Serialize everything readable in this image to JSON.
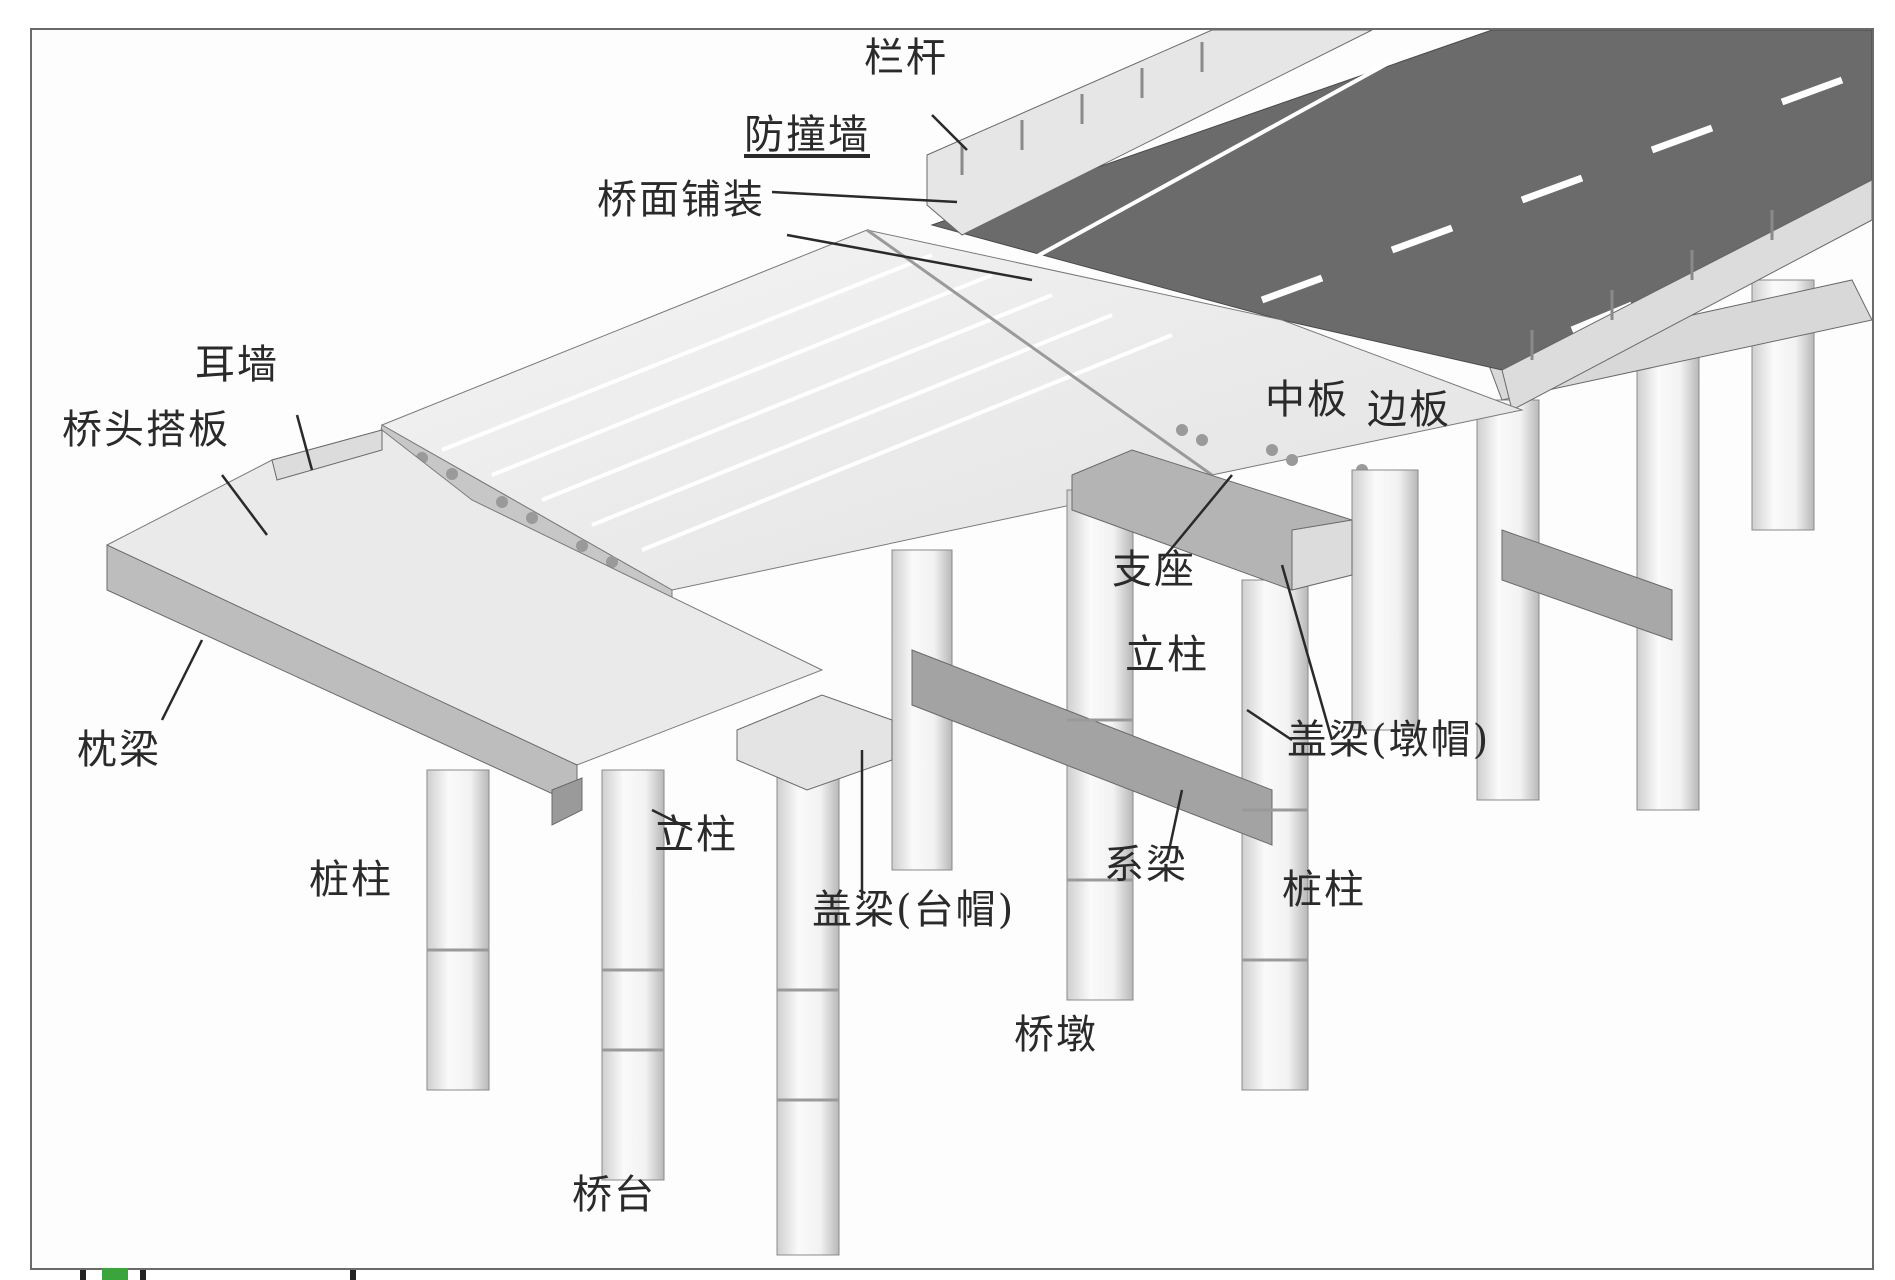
{
  "labels": {
    "railing": "栏杆",
    "crash_wall": "防撞墙",
    "deck_pavement": "桥面铺装",
    "ear_wall": "耳墙",
    "approach_slab": "桥头搭板",
    "sleeper_beam": "枕梁",
    "middle_slab": "中板",
    "edge_slab": "边板",
    "bearing": "支座",
    "column_pier": "立柱",
    "pier_cap_beam": "盖梁(墩帽)",
    "column_abutment": "立柱",
    "pile_column_left": "桩柱",
    "abutment_cap_beam": "盖梁(台帽)",
    "tie_beam": "系梁",
    "pile_column_right": "桩柱",
    "pier": "桥墩",
    "abutment": "桥台"
  },
  "colors": {
    "deck_top": "#ececec",
    "deck_side": "#bdbdbd",
    "asphalt": "#6b6b6b",
    "column": "#f0f0f0",
    "column_shade": "#c9c9c9",
    "beam_dark": "#9a9a9a",
    "outline": "#4a4a4a",
    "lane_mark": "#ffffff"
  }
}
